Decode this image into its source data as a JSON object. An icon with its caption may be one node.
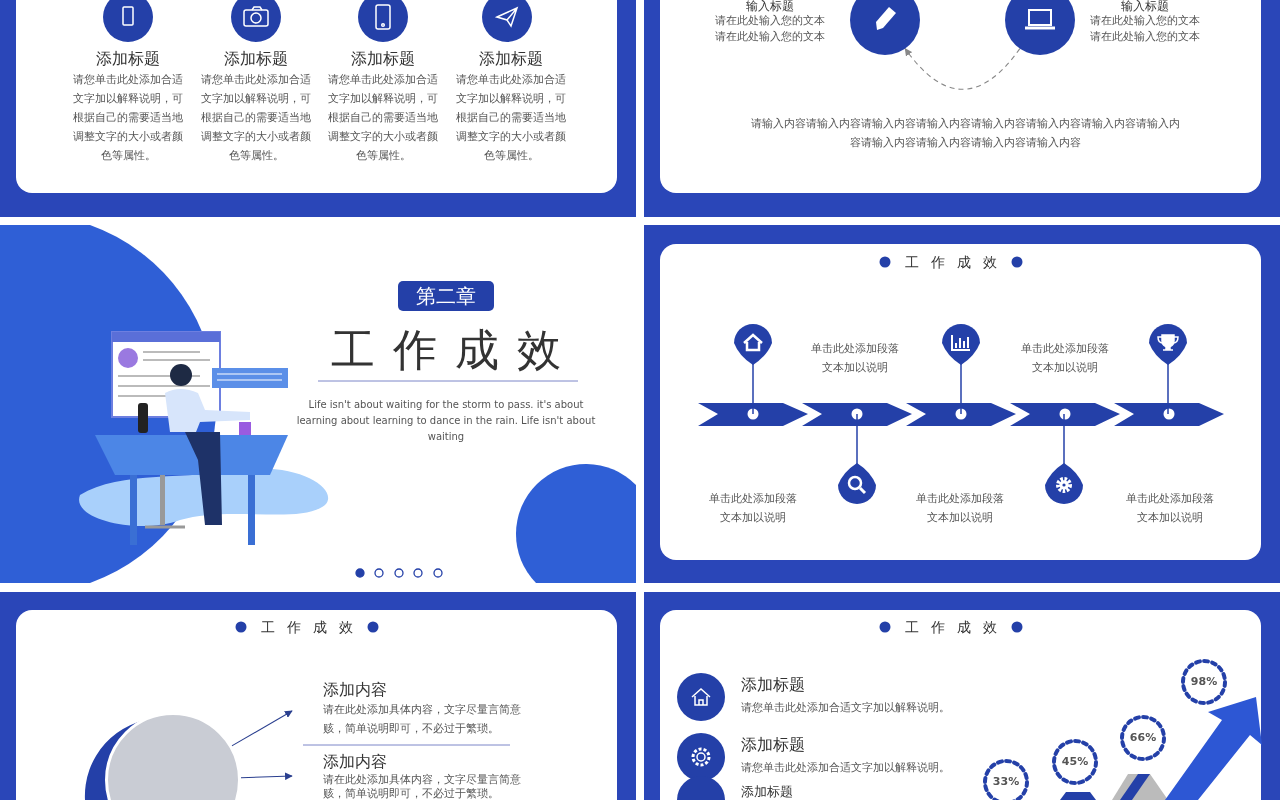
{
  "diagram": {
    "nodes": [
      {
        "text": [],
        "shape": "circle"
      },
      {
        "text": [],
        "shape": "circle"
      },
      {
        "text": [],
        "shape": "circle"
      },
      {
        "text": [
          "添加内容",
          "请在此处添加具体内容，文字尽量言简意赅，简单说明即可，不必过于繁琐。"
        ]
      },
      {
        "text": [
          "添加内容",
          "请在此处添加具体内容，文字尽量言简意赅，简单说明即可，不必过于繁琐。"
        ]
      }
    ],
    "edges": [
      {
        "from": 1,
        "to": 0,
        "arrow": "to",
        "style": "dashed",
        "color": "#888888"
      },
      {
        "from": 2,
        "to": 3,
        "arrow": "to"
      },
      {
        "from": 2,
        "to": 4,
        "arrow": "to"
      }
    ],
    "labels": [
      "添加标题",
      "请您单击此处添加合适文字加以解释说明，可根据自己的需要适当地调整文字的大小或者颜色等属性。",
      "添加标题",
      "请您单击此处添加合适文字加以解释说明，可根据自己的需要适当地调整文字的大小或者颜色等属性。",
      "添加标题",
      "请您单击此处添加合适文字加以解释说明，可根据自己的需要适当地调整文字的大小或者颜色等属性。",
      "添加标题",
      "请您单击此处添加合适文字加以解释说明，可根据自己的需要适当地调整文字的大小或者颜色等属性。",
      "输入标题",
      "请在此处输入您的文本",
      "请在此处输入您的文本",
      "输入标题",
      "请在此处输入您的文本",
      "请在此处输入您的文本",
      "请输入内容请输入内容请输入内容请输入内容请输入内容请输入内容请输入内容请输入内容请输入内容请输入内容请输入内容请输入内容",
      "第二章",
      "工作成效",
      "Life isn't about waiting for the storm to pass. it's about learning about learning to dance in the rain. Life isn't about waiting",
      "工作成效",
      "单击此处添加段落文本加以说明",
      "单击此处添加段落文本加以说明",
      "单击此处添加段落文本加以说明",
      "单击此处添加段落文本加以说明",
      "单击此处添加段落文本加以说明",
      "工作成效",
      "工作成效",
      "添加标题",
      "请您单击此处添加合适文字加以解释说明。",
      "添加标题",
      "请您单击此处添加合适文字加以解释说明。",
      "添加标题",
      "98%",
      "66%",
      "45%",
      "33%"
    ]
  }
}
